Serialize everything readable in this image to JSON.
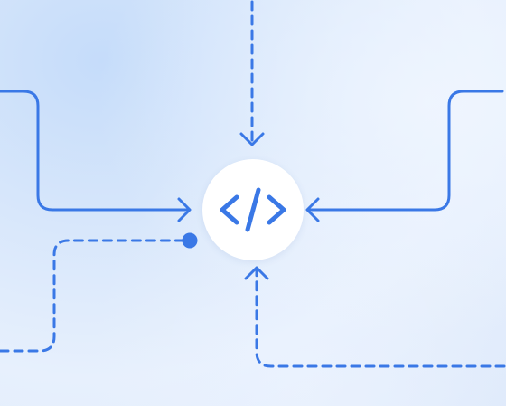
{
  "colors": {
    "accent": "#3a78e6",
    "hub_background": "#ffffff"
  },
  "hub": {
    "icon": "code-brackets-icon"
  },
  "connectors": [
    {
      "name": "connector-top-dashed",
      "style": "dashed",
      "direction": "into-hub"
    },
    {
      "name": "connector-left-solid",
      "style": "solid",
      "direction": "into-hub"
    },
    {
      "name": "connector-right-solid",
      "style": "solid",
      "direction": "into-hub"
    },
    {
      "name": "connector-left-dashed",
      "style": "dashed",
      "direction": "out-of-hub"
    },
    {
      "name": "connector-bottom-dashed",
      "style": "dashed",
      "direction": "into-hub"
    }
  ]
}
